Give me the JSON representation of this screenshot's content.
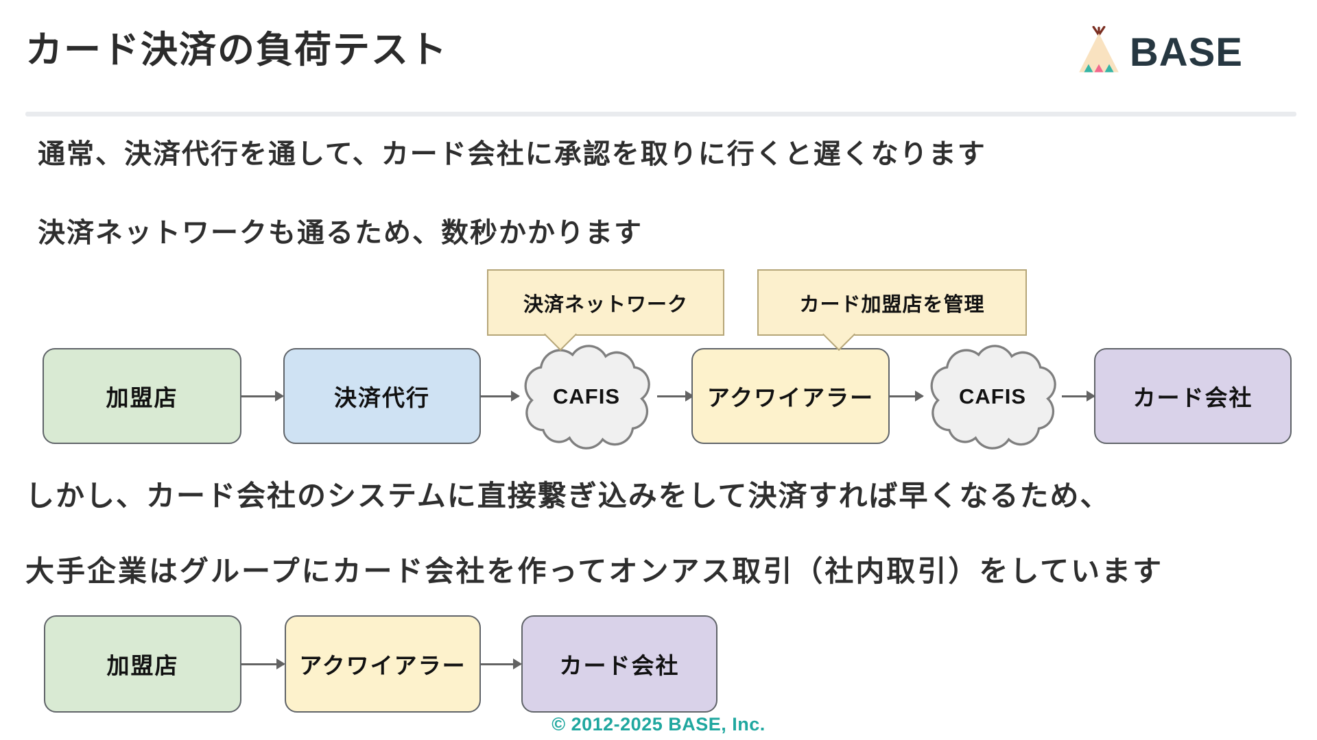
{
  "header": {
    "title": "カード決済の負荷テスト",
    "brand": "BASE"
  },
  "intro": {
    "line1": "通常、決済代行を通して、カード会社に承認を取りに行くと遅くなります",
    "line2": "決済ネットワークも通るため、数秒かかります"
  },
  "callouts": {
    "network": "決済ネットワーク",
    "manage": "カード加盟店を管理"
  },
  "flow1": {
    "nodes": [
      {
        "label": "加盟店",
        "type": "box",
        "color": "green"
      },
      {
        "label": "決済代行",
        "type": "box",
        "color": "blue"
      },
      {
        "label": "CAFIS",
        "type": "cloud"
      },
      {
        "label": "アクワイアラー",
        "type": "box",
        "color": "yellow"
      },
      {
        "label": "CAFIS",
        "type": "cloud"
      },
      {
        "label": "カード会社",
        "type": "box",
        "color": "purple"
      }
    ]
  },
  "body": {
    "line1": "しかし、カード会社のシステムに直接繋ぎ込みをして決済すれば早くなるため、",
    "line2": "大手企業はグループにカード会社を作ってオンアス取引（社内取引）をしています"
  },
  "flow2": {
    "nodes": [
      {
        "label": "加盟店",
        "type": "box",
        "color": "green"
      },
      {
        "label": "アクワイアラー",
        "type": "box",
        "color": "yellow"
      },
      {
        "label": "カード会社",
        "type": "box",
        "color": "purple"
      }
    ]
  },
  "footer": {
    "copyright": "© 2012-2025 BASE, Inc."
  },
  "icons": {
    "brand_logo": "base-tent-icon"
  },
  "colors": {
    "box_green": "#d9ead3",
    "box_blue": "#cfe2f3",
    "box_yellow": "#fdf2cc",
    "box_purple": "#d9d2e9",
    "callout_fill": "#fcf0cd",
    "callout_border": "#b5a577",
    "cloud_fill": "#f0f0f0",
    "cloud_border": "#7f7f7f",
    "node_border": "#5f6368",
    "arrow": "#636363",
    "divider": "#e9ebee",
    "footer_teal": "#1fa79f",
    "brand_navy": "#263741",
    "tent_body": "#f9e2c0",
    "tent_pole": "#7a2e21",
    "tent_teal": "#35b5a5",
    "tent_pink": "#f2688c"
  }
}
